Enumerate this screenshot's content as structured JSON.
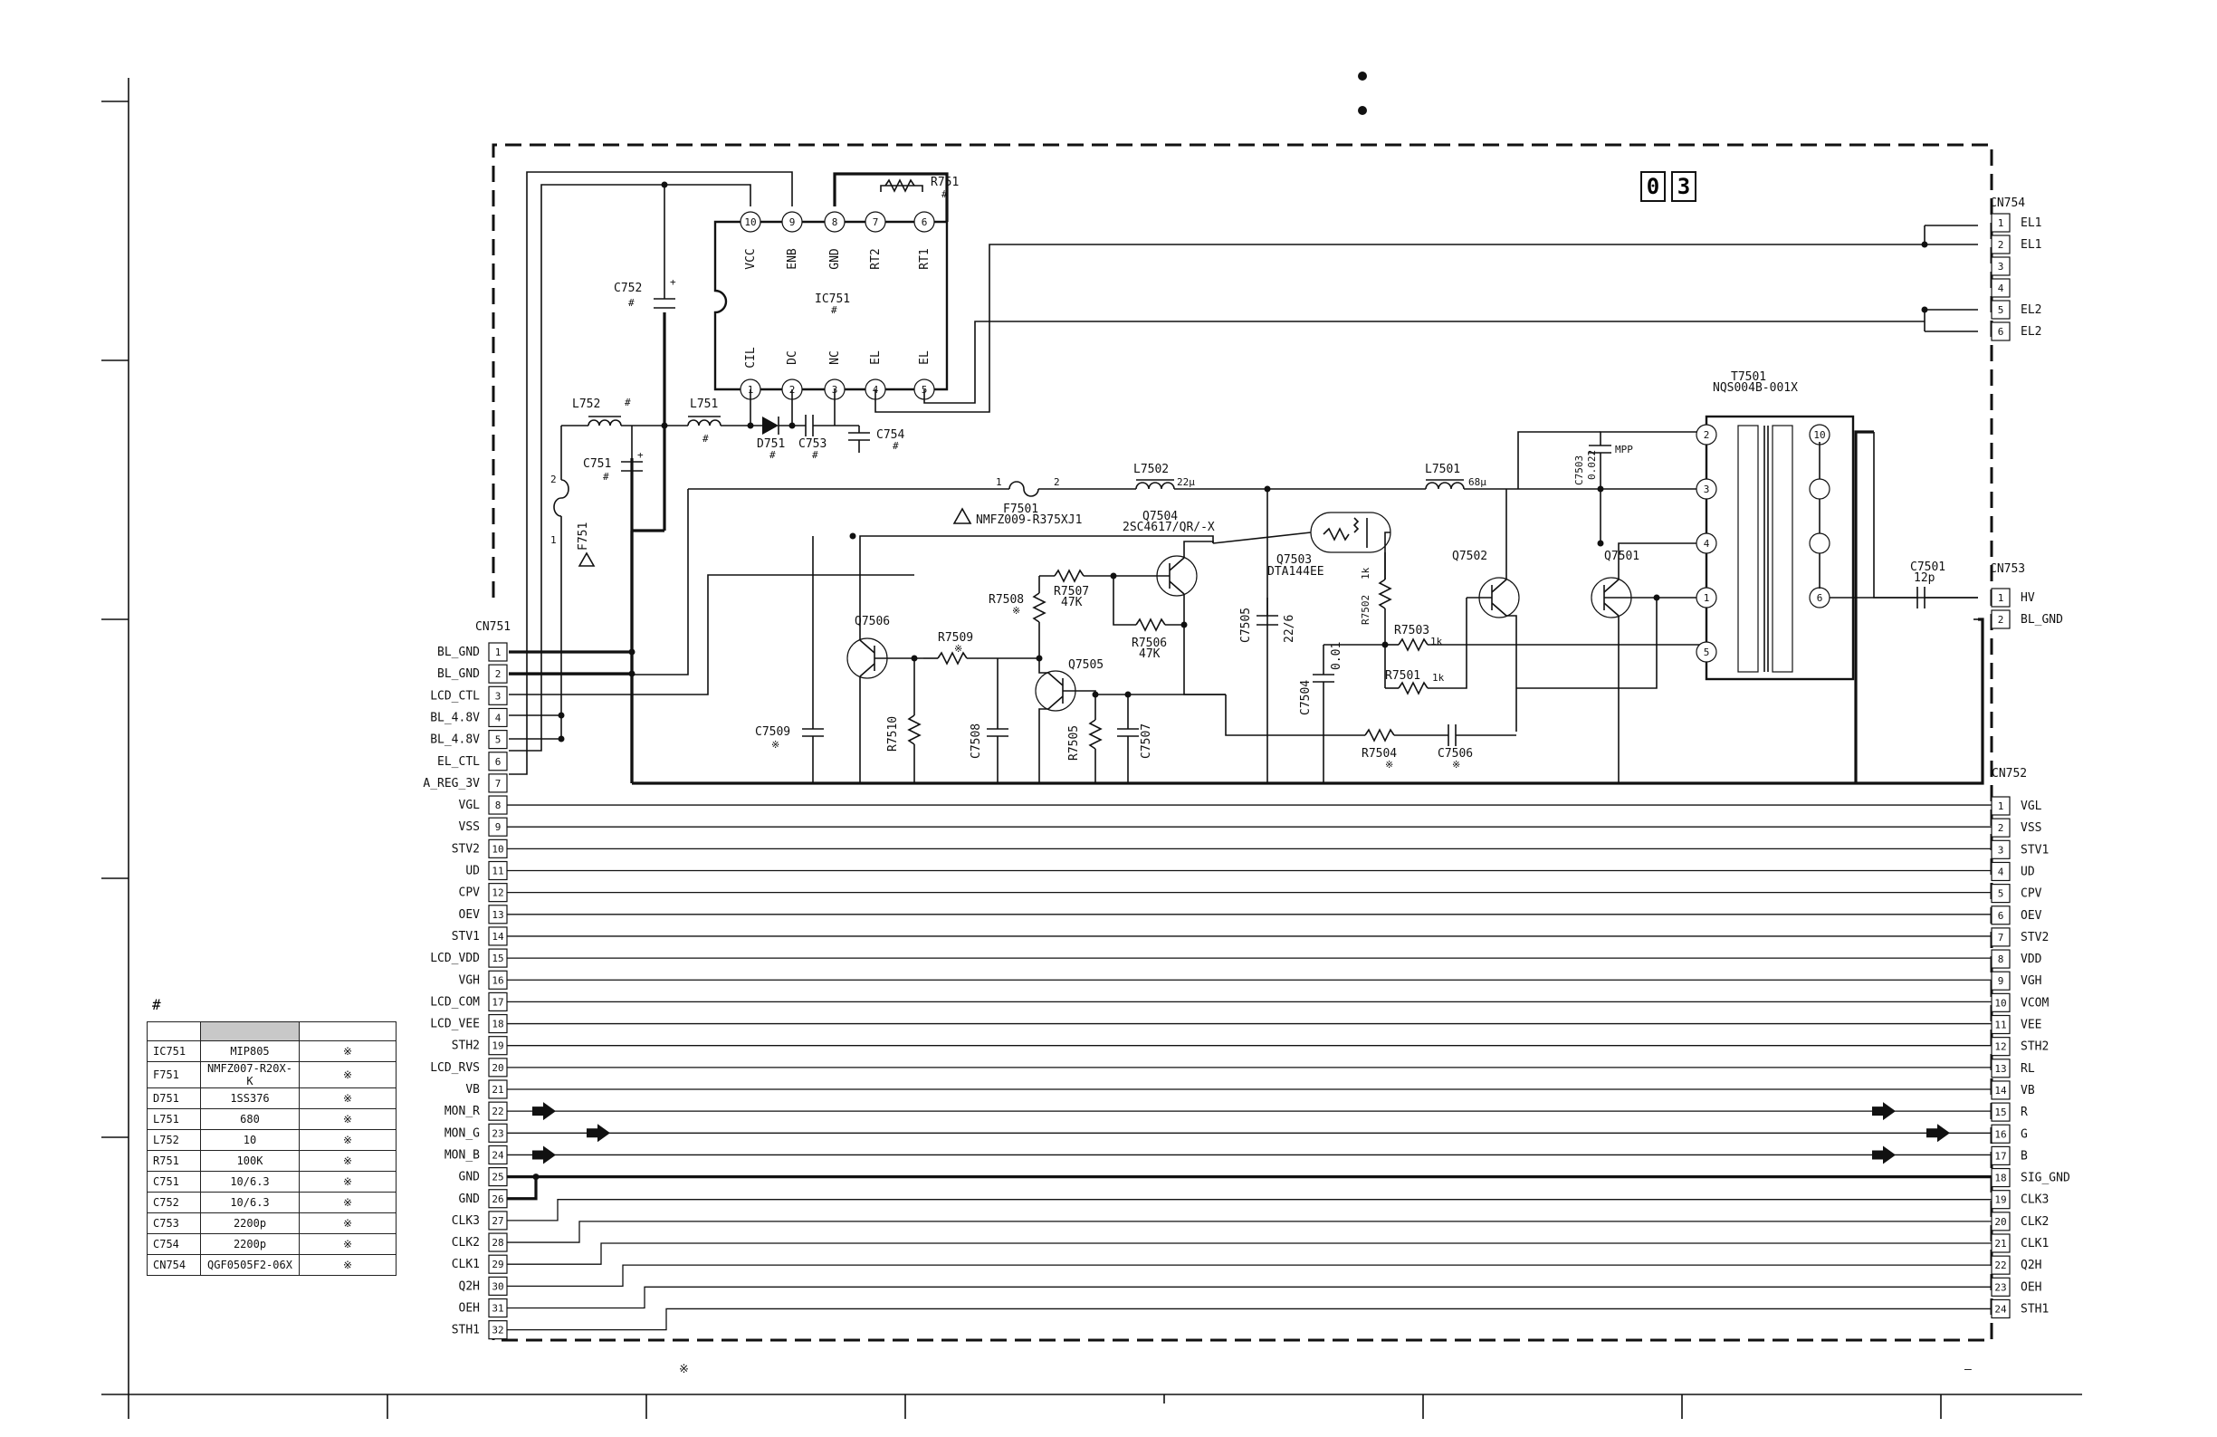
{
  "code": [
    "0",
    "3"
  ],
  "footnote_mark": "※",
  "end_dash": "–",
  "table_hash": "#",
  "ic": {
    "ref": "IC751",
    "mark": "#",
    "top_pins": [
      {
        "num": "10",
        "name": "VCC"
      },
      {
        "num": "9",
        "name": "ENB"
      },
      {
        "num": "8",
        "name": "GND"
      },
      {
        "num": "7",
        "name": "RT2"
      },
      {
        "num": "6",
        "name": "RT1"
      }
    ],
    "bottom_pins": [
      {
        "num": "1",
        "name": "CIL"
      },
      {
        "num": "2",
        "name": "DC"
      },
      {
        "num": "3",
        "name": "NC"
      },
      {
        "num": "4",
        "name": "EL"
      },
      {
        "num": "5",
        "name": "EL"
      }
    ]
  },
  "parts": {
    "r751": "R751",
    "c752": "C752",
    "c751": "C751",
    "l752": "L752",
    "l751": "L751",
    "d751": "D751",
    "c753": "C753",
    "c754": "C754",
    "f751": "F751",
    "f7501": "F7501",
    "f7501_part": "NMFZ009-R375XJ1",
    "f7501_p1": "1",
    "f7501_p2": "2",
    "l7502": "L7502",
    "l7502_val": "22μ",
    "l7501": "L7501",
    "l7501_val": "68μ",
    "c7503": "C7503",
    "c7503_val": "0.022",
    "c7503_type": "MPP",
    "q7504": "Q7504",
    "q7504_part": "2SC4617/QR/-X",
    "q7503": "Q7503",
    "q7503_part": "DTA144EE",
    "q7506": "Q7506",
    "q7505": "Q7505",
    "q7502": "Q7502",
    "q7501": "Q7501",
    "r7508": "R7508",
    "r7507": "R7507",
    "r7507_val": "47K",
    "r7506": "R7506",
    "r7506_val": "47K",
    "r7509": "R7509",
    "r7510": "R7510",
    "r7505": "R7505",
    "r7502": "R7502",
    "r7502_val": "1k",
    "r7503": "R7503",
    "r7503_val": "1k",
    "r7501": "R7501",
    "r7501_val": "1k",
    "r7504": "R7504",
    "c7509": "C7509",
    "c7508": "C7508",
    "c7507": "C7507",
    "c7505": "C7505",
    "c7505_val": "22/6",
    "c7504": "C7504",
    "c7504_val": "0.01",
    "c7506": "C7506",
    "c7501": "C7501",
    "c7501_val": "12p",
    "t7501": "T7501",
    "t7501_part": "NQS004B-001X",
    "hash": "#",
    "star": "※"
  },
  "cn751": {
    "ref": "CN751",
    "pins": [
      {
        "num": "1",
        "name": "BL_GND"
      },
      {
        "num": "2",
        "name": "BL_GND"
      },
      {
        "num": "3",
        "name": "LCD_CTL"
      },
      {
        "num": "4",
        "name": "BL_4.8V"
      },
      {
        "num": "5",
        "name": "BL_4.8V"
      },
      {
        "num": "6",
        "name": "EL_CTL"
      },
      {
        "num": "7",
        "name": "A_REG_3V"
      },
      {
        "num": "8",
        "name": "VGL"
      },
      {
        "num": "9",
        "name": "VSS"
      },
      {
        "num": "10",
        "name": "STV2"
      },
      {
        "num": "11",
        "name": "UD"
      },
      {
        "num": "12",
        "name": "CPV"
      },
      {
        "num": "13",
        "name": "OEV"
      },
      {
        "num": "14",
        "name": "STV1"
      },
      {
        "num": "15",
        "name": "LCD_VDD"
      },
      {
        "num": "16",
        "name": "VGH"
      },
      {
        "num": "17",
        "name": "LCD_COM"
      },
      {
        "num": "18",
        "name": "LCD_VEE"
      },
      {
        "num": "19",
        "name": "STH2"
      },
      {
        "num": "20",
        "name": "LCD_RVS"
      },
      {
        "num": "21",
        "name": "VB"
      },
      {
        "num": "22",
        "name": "MON_R"
      },
      {
        "num": "23",
        "name": "MON_G"
      },
      {
        "num": "24",
        "name": "MON_B"
      },
      {
        "num": "25",
        "name": "GND"
      },
      {
        "num": "26",
        "name": "GND"
      },
      {
        "num": "27",
        "name": "CLK3"
      },
      {
        "num": "28",
        "name": "CLK2"
      },
      {
        "num": "29",
        "name": "CLK1"
      },
      {
        "num": "30",
        "name": "Q2H"
      },
      {
        "num": "31",
        "name": "OEH"
      },
      {
        "num": "32",
        "name": "STH1"
      }
    ]
  },
  "cn752": {
    "ref": "CN752",
    "pins": [
      {
        "num": "1",
        "name": "VGL"
      },
      {
        "num": "2",
        "name": "VSS"
      },
      {
        "num": "3",
        "name": "STV1"
      },
      {
        "num": "4",
        "name": "UD"
      },
      {
        "num": "5",
        "name": "CPV"
      },
      {
        "num": "6",
        "name": "OEV"
      },
      {
        "num": "7",
        "name": "STV2"
      },
      {
        "num": "8",
        "name": "VDD"
      },
      {
        "num": "9",
        "name": "VGH"
      },
      {
        "num": "10",
        "name": "VCOM"
      },
      {
        "num": "11",
        "name": "VEE"
      },
      {
        "num": "12",
        "name": "STH2"
      },
      {
        "num": "13",
        "name": "RL"
      },
      {
        "num": "14",
        "name": "VB"
      },
      {
        "num": "15",
        "name": "R"
      },
      {
        "num": "16",
        "name": "G"
      },
      {
        "num": "17",
        "name": "B"
      },
      {
        "num": "18",
        "name": "SIG_GND"
      },
      {
        "num": "19",
        "name": "CLK3"
      },
      {
        "num": "20",
        "name": "CLK2"
      },
      {
        "num": "21",
        "name": "CLK1"
      },
      {
        "num": "22",
        "name": "Q2H"
      },
      {
        "num": "23",
        "name": "OEH"
      },
      {
        "num": "24",
        "name": "STH1"
      }
    ]
  },
  "cn754": {
    "ref": "CN754",
    "pins": [
      {
        "num": "1",
        "name": "EL1"
      },
      {
        "num": "2",
        "name": "EL1"
      },
      {
        "num": "3",
        "name": ""
      },
      {
        "num": "4",
        "name": ""
      },
      {
        "num": "5",
        "name": "EL2"
      },
      {
        "num": "6",
        "name": "EL2"
      }
    ]
  },
  "cn753": {
    "ref": "CN753",
    "pins": [
      {
        "num": "1",
        "name": "HV"
      },
      {
        "num": "2",
        "name": "BL_GND"
      }
    ]
  },
  "t7501_pins": [
    "2",
    "3",
    "4",
    "1",
    "5",
    "10",
    "6"
  ],
  "parts_table": [
    {
      "ref": "IC751",
      "value": "MIP805",
      "mark": "※"
    },
    {
      "ref": "F751",
      "value": "NMFZ007-R20X-K",
      "mark": "※"
    },
    {
      "ref": "D751",
      "value": "1SS376",
      "mark": "※"
    },
    {
      "ref": "L751",
      "value": "680",
      "mark": "※"
    },
    {
      "ref": "L752",
      "value": "10",
      "mark": "※"
    },
    {
      "ref": "R751",
      "value": "100K",
      "mark": "※"
    },
    {
      "ref": "C751",
      "value": "10/6.3",
      "mark": "※"
    },
    {
      "ref": "C752",
      "value": "10/6.3",
      "mark": "※"
    },
    {
      "ref": "C753",
      "value": "2200p",
      "mark": "※"
    },
    {
      "ref": "C754",
      "value": "2200p",
      "mark": "※"
    },
    {
      "ref": "CN754",
      "value": "QGF0505F2-06X",
      "mark": "※"
    }
  ]
}
